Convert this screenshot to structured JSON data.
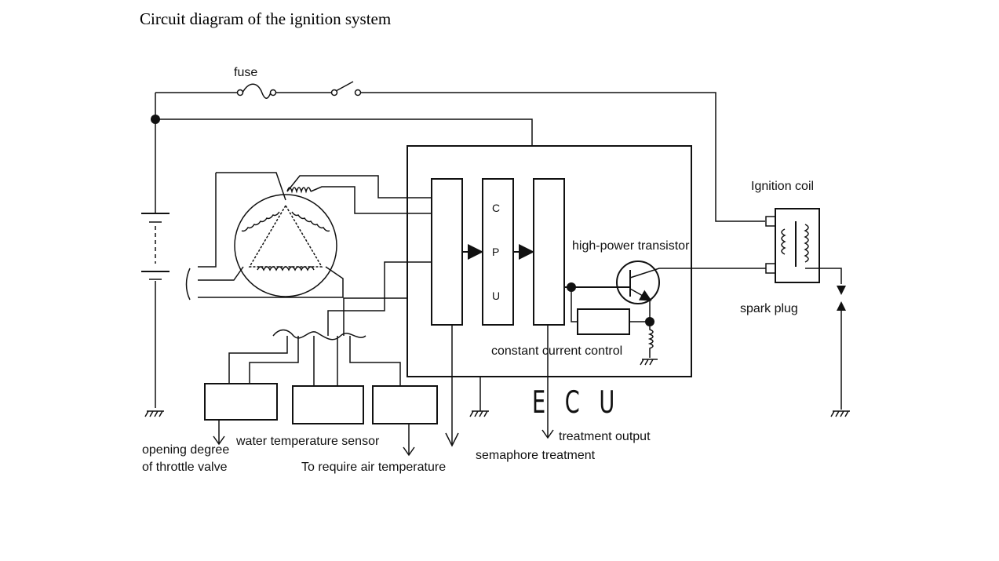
{
  "title": "Circuit diagram of the ignition system",
  "labels": {
    "fuse": "fuse",
    "ignition_coil": "Ignition coil",
    "high_power_transistor": "high-power  transistor",
    "spark_plug": "spark plug",
    "constant_current_control": "constant current control",
    "ecu": "E C U",
    "cpu_c": "C",
    "cpu_p": "P",
    "cpu_u": "U",
    "treatment_output": "treatment output",
    "semaphore_treatment": "semaphore treatment",
    "water_temperature_sensor": "water temperature sensor",
    "air_temperature": "To require air temperature",
    "throttle_line1": "opening degree",
    "throttle_line2": "of throttle valve"
  },
  "colors": {
    "line": "#111111",
    "background": "#ffffff"
  }
}
